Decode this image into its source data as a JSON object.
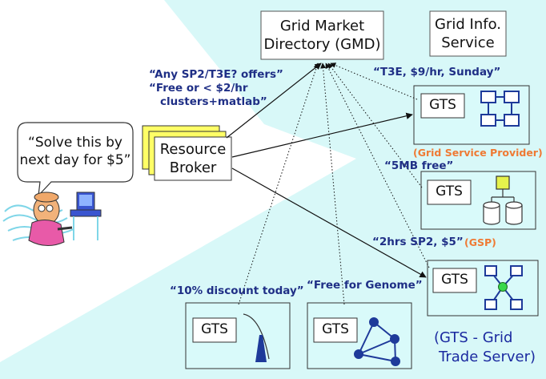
{
  "colors": {
    "cyan_background": "#d8f8f8",
    "gts_box_fill": "#d9fafa",
    "quote_text": "#1f2f86",
    "provider_label": "#ef7a34",
    "legend_text": "#1b2aa0",
    "broker_stack": "#ffff66",
    "node_blue": "#1e3a9a",
    "node_yellow_green": "#e6f24c",
    "node_green": "#39d94a"
  },
  "gmd": {
    "line1": "Grid Market",
    "line2": "Directory (GMD)"
  },
  "gis": {
    "line1": "Grid Info.",
    "line2": "Service"
  },
  "broker": {
    "line1": "Resource",
    "line2": "Broker"
  },
  "user_request": {
    "line1": "“Solve this by",
    "line2": "next day for $5”"
  },
  "broker_query": {
    "line1": "“Any SP2/T3E? offers”",
    "line2": "“Free or < $2/hr",
    "line3": "clusters+matlab”"
  },
  "offers": {
    "t3e": "“T3E, $9/hr, Sunday”",
    "free5mb": "“5MB free”",
    "sp2": "“2hrs SP2, $5”",
    "discount": "“10% discount today”",
    "genome": "“Free for Genome”"
  },
  "provider_labels": {
    "gsp_full": "(Grid Service Provider)",
    "gsp_short": "(GSP)"
  },
  "gts_label": "GTS",
  "legend": {
    "line1": "(GTS - Grid",
    "line2": "Trade Server)"
  },
  "icons": [
    "user-at-computer-icon",
    "server-cluster-icon",
    "storage-icon",
    "network-node-icon",
    "telescope-icon",
    "graph-icon"
  ]
}
